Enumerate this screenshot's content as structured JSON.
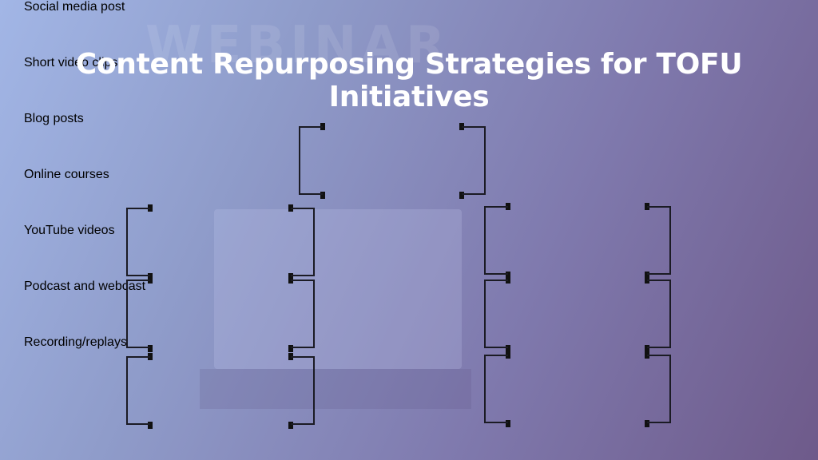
{
  "title": "Content Repurposing Strategies for TOFU Initiatives",
  "background": {
    "watermark_text": "WEBINAR",
    "gradient": [
      "#a2b6e6",
      "#7f79ad",
      "#6e5a8a"
    ]
  },
  "colors": {
    "line": "#1b1b24",
    "text": "#ffffff"
  },
  "diagram": {
    "root": {
      "label": "Social media post"
    },
    "left_column": [
      {
        "label": "Short video clips"
      },
      {
        "label": "Blog posts"
      },
      {
        "label": "Online courses"
      }
    ],
    "right_column": [
      {
        "label": "YouTube videos"
      },
      {
        "label": "Podcast and webcast"
      },
      {
        "label": "Recording/replays"
      }
    ]
  }
}
